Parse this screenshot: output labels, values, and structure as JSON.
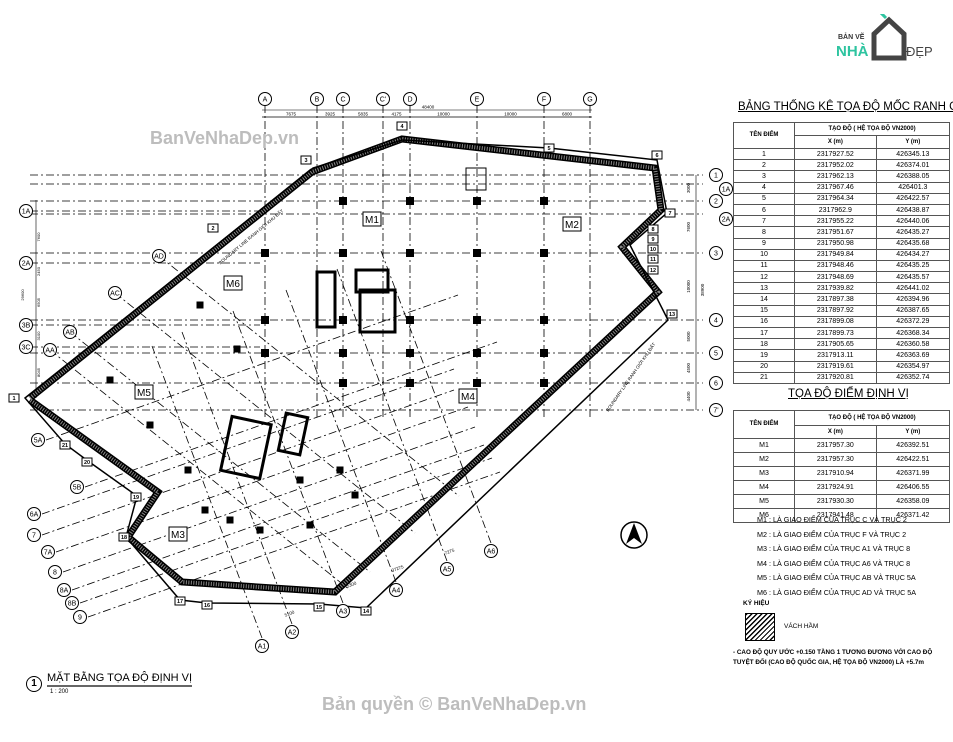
{
  "logo": {
    "line1": "BẢN VẼ",
    "line2": "NHÀ",
    "line3": "ĐẸP",
    "color": "#2ec4a0"
  },
  "watermark_top": "BanVeNhaDep.vn",
  "watermark_bottom": "Bản quyền © BanVeNhaDep.vn",
  "drawing": {
    "title": "MẶT BẰNG  TỌA ĐỘ  ĐỊNH VỊ",
    "number": "1",
    "scale": "1 : 200",
    "top_axes": [
      "A",
      "B",
      "C",
      "C'",
      "D",
      "E",
      "F",
      "G"
    ],
    "top_dims": [
      "7675",
      "3925",
      "5835",
      "4175",
      "10000",
      "10000",
      "6800"
    ],
    "top_total": "48400",
    "right_axes": [
      "1",
      "1A",
      "2",
      "2A",
      "3",
      "4",
      "5",
      "6",
      "7'"
    ],
    "right_dims": [
      "3000",
      "7600",
      "10000",
      "5000",
      "4500",
      "4400"
    ],
    "right_total": "38900",
    "left_axes": [
      "1A",
      "2A",
      "3B",
      "3C",
      "5A",
      "5B",
      "6A",
      "7",
      "7A",
      "8",
      "8A",
      "8B",
      "9"
    ],
    "left_dims": [
      "7600",
      "2450",
      "6505",
      "3100",
      "8045"
    ],
    "left_total": "29600",
    "diag_axes": [
      "AD",
      "AC",
      "AB",
      "AA"
    ],
    "bottom_axes": [
      "A1",
      "A2",
      "A3",
      "A4",
      "A5",
      "A6"
    ],
    "bottom_dims": [
      "5100",
      "5300",
      "37275",
      "7275"
    ],
    "boundary_label": "BOUNDARY LINE RANH GIỚI KHU ĐẤT",
    "points": [
      "1",
      "2",
      "3",
      "4",
      "5",
      "6",
      "7",
      "8",
      "9",
      "10",
      "11",
      "12",
      "13",
      "14",
      "15",
      "16",
      "17",
      "18",
      "19",
      "20",
      "21"
    ],
    "markers": [
      "M1",
      "M2",
      "M3",
      "M4",
      "M5",
      "M6"
    ]
  },
  "boundary_table": {
    "title": "BẢNG THỐNG KÊ TỌA ĐỘ MỐC RANH GIỚI",
    "col_name": "TÊN ĐIỂM",
    "col_group": "TẠO ĐỘ ( HỆ TỌA ĐỘ VN2000)",
    "col_x": "X (m)",
    "col_y": "Y (m)",
    "rows": [
      [
        "1",
        "2317927.52",
        "426345.13"
      ],
      [
        "2",
        "2317952.02",
        "426374.01"
      ],
      [
        "3",
        "2317962.13",
        "426388.05"
      ],
      [
        "4",
        "2317967.46",
        "426401.3"
      ],
      [
        "5",
        "2317964.34",
        "426422.57"
      ],
      [
        "6",
        "2317962.9",
        "426438.87"
      ],
      [
        "7",
        "2317955.22",
        "426440.06"
      ],
      [
        "8",
        "2317951.67",
        "426435.27"
      ],
      [
        "9",
        "2317950.98",
        "426435.68"
      ],
      [
        "10",
        "2317949.84",
        "426434.27"
      ],
      [
        "11",
        "2317948.46",
        "426435.25"
      ],
      [
        "12",
        "2317948.69",
        "426435.57"
      ],
      [
        "13",
        "2317939.82",
        "426441.02"
      ],
      [
        "14",
        "2317897.38",
        "426394.96"
      ],
      [
        "15",
        "2317897.92",
        "426387.65"
      ],
      [
        "16",
        "2317899.08",
        "426372.29"
      ],
      [
        "17",
        "2317899.73",
        "426368.34"
      ],
      [
        "18",
        "2317905.65",
        "426360.58"
      ],
      [
        "19",
        "2317913.11",
        "426363.69"
      ],
      [
        "20",
        "2317919.61",
        "426354.97"
      ],
      [
        "21",
        "2317920.81",
        "426352.74"
      ]
    ]
  },
  "marker_table": {
    "title": "TỌA ĐỘ ĐIỂM ĐỊNH VỊ",
    "col_name": "TÊN ĐIỂM",
    "col_group": "TẠO ĐỘ ( HỆ TỌA ĐỘ VN2000)",
    "col_x": "X (m)",
    "col_y": "Y (m)",
    "rows": [
      [
        "M1",
        "2317957.30",
        "426392.51"
      ],
      [
        "M2",
        "2317957.30",
        "426422.51"
      ],
      [
        "M3",
        "2317910.94",
        "426371.99"
      ],
      [
        "M4",
        "2317924.91",
        "426406.55"
      ],
      [
        "M5",
        "2317930.30",
        "426358.09"
      ],
      [
        "M6",
        "2317941.48",
        "426371.42"
      ]
    ]
  },
  "marker_notes": [
    "M1 :  LÀ GIAO ĐIỂM CỦA TRỤC C VÀ TRỤC 2",
    "M2 :  LÀ GIAO ĐIỂM CỦA TRỤC F VÀ TRỤC 2",
    "M3 :  LÀ GIAO ĐIỂM CỦA TRỤC A1 VÀ TRỤC 8",
    "M4 :  LÀ GIAO ĐIỂM CỦA TRỤC A6 VÀ TRỤC 8",
    "M5 :  LÀ GIAO ĐIỂM CỦA TRỤC AB VÀ TRỤC 5A",
    "M6 :  LÀ GIAO ĐIỂM CỦA TRỤC AD VÀ TRỤC 5A"
  ],
  "legend": {
    "title": "KÝ HIỆU",
    "item": "VÁCH HẦM"
  },
  "elevation_note": "- CAO ĐỘ QUY ƯỚC +0.150 TẦNG 1 TƯƠNG ĐƯƠNG VỚI CAO ĐỘ TUYỆT ĐỐI (CAO ĐỘ QUỐC GIA, HỆ TỌA ĐỘ VN2000) LÀ +5.7m"
}
